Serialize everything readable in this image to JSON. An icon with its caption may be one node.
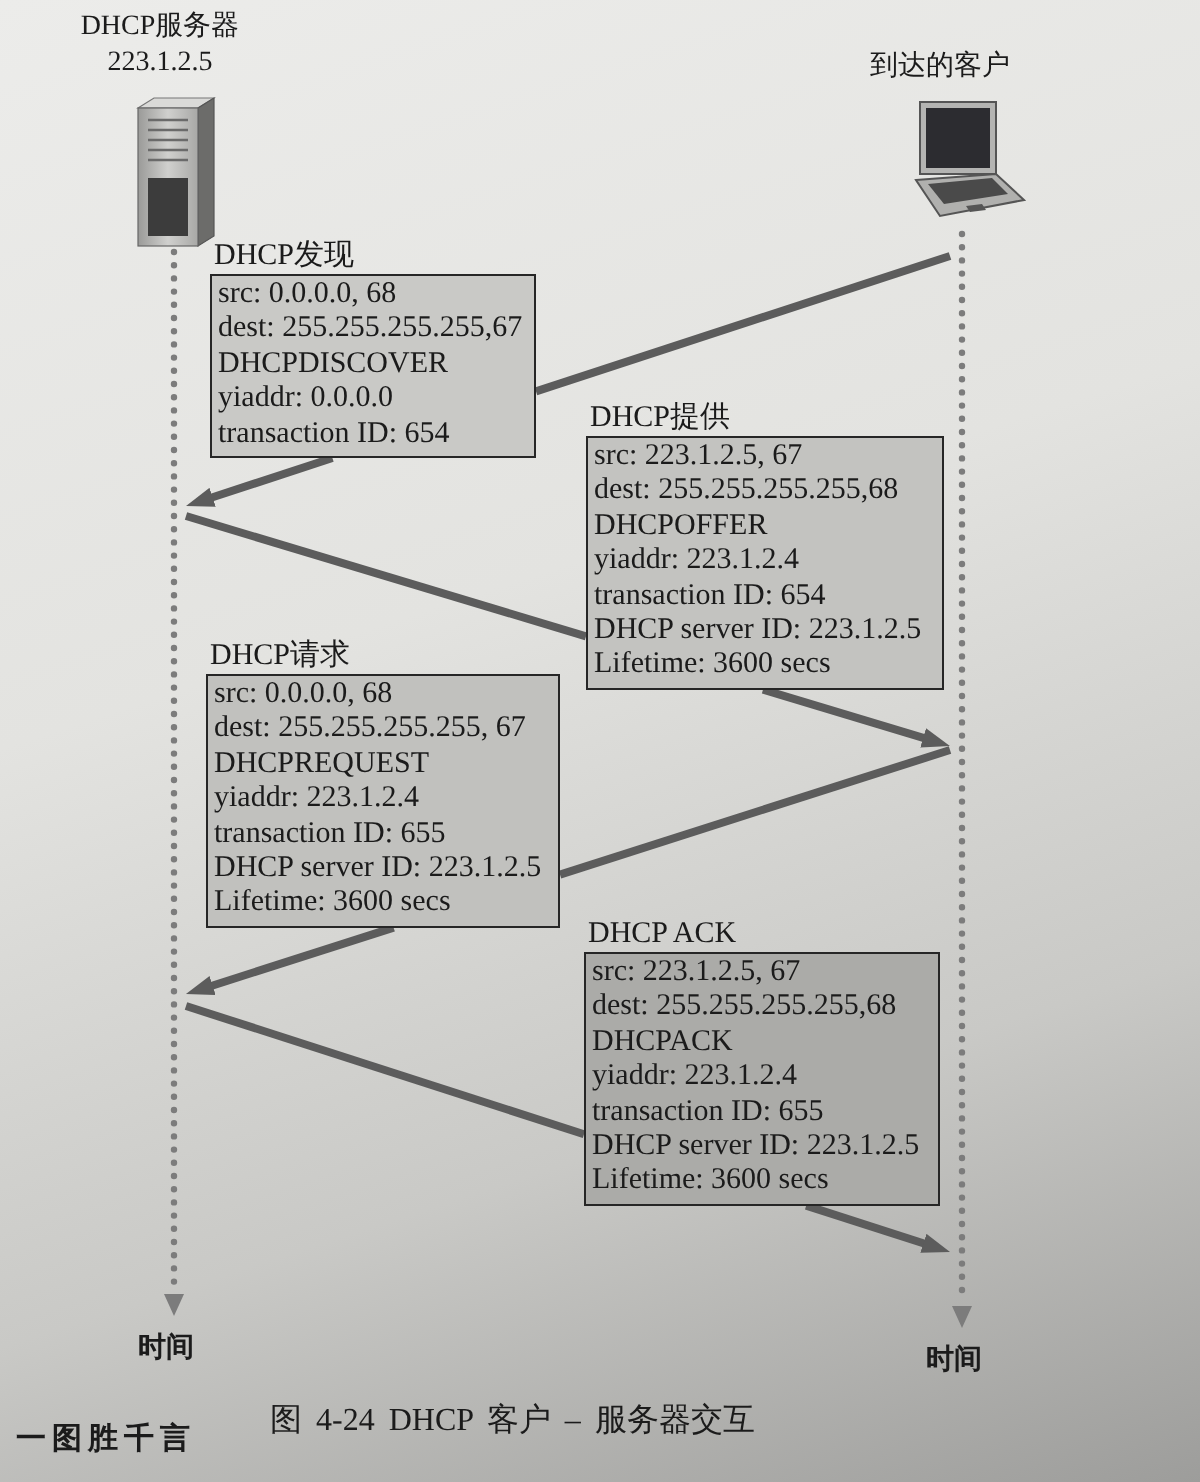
{
  "diagram": {
    "caption": "图 4-24 DHCP 客户 – 服务器交互",
    "nodes": [
      {
        "text": [
          "DHCP服务器",
          "223.1.2.5"
        ]
      },
      {
        "text": [
          "到达的客户"
        ]
      },
      {
        "text": [],
        "shape": "line",
        "beside": [
          "时间"
        ]
      },
      {
        "text": [],
        "shape": "line",
        "beside": [
          "时间"
        ]
      },
      {
        "text": [
          "DHCP发现",
          "src: 0.0.0.0, 68",
          "dest: 255.255.255.255,67",
          "DHCPDISCOVER",
          "yiaddr: 0.0.0.0",
          "transaction ID: 654"
        ]
      },
      {
        "text": [
          "DHCP提供",
          "src: 223.1.2.5, 67",
          "dest: 255.255.255.255,68",
          "DHCPOFFER",
          "yiaddr: 223.1.2.4",
          "transaction ID: 654",
          "DHCP server ID: 223.1.2.5",
          "Lifetime: 3600 secs"
        ]
      },
      {
        "text": [
          "DHCP请求",
          "src: 0.0.0.0, 68",
          "dest: 255.255.255.255, 67",
          "DHCPREQUEST",
          "yiaddr: 223.1.2.4",
          "transaction ID: 655",
          "DHCP server ID: 223.1.2.5",
          "Lifetime: 3600 secs"
        ]
      },
      {
        "text": [
          "DHCP ACK",
          "src: 223.1.2.5, 67",
          "dest: 255.255.255.255,68",
          "DHCPACK",
          "yiaddr: 223.1.2.4",
          "transaction ID: 655",
          "DHCP server ID: 223.1.2.5",
          "Lifetime: 3600 secs"
        ]
      }
    ],
    "edges": [
      {
        "from": 3,
        "to": 4,
        "arrow": "none"
      },
      {
        "from": 4,
        "to": 2,
        "arrow": "to"
      },
      {
        "from": 2,
        "to": 5,
        "arrow": "none"
      },
      {
        "from": 5,
        "to": 3,
        "arrow": "to"
      },
      {
        "from": 3,
        "to": 6,
        "arrow": "none"
      },
      {
        "from": 6,
        "to": 2,
        "arrow": "to"
      },
      {
        "from": 2,
        "to": 7,
        "arrow": "none"
      },
      {
        "from": 7,
        "to": 3,
        "arrow": "to"
      }
    ],
    "labels": [
      "一图胜千言"
    ]
  }
}
